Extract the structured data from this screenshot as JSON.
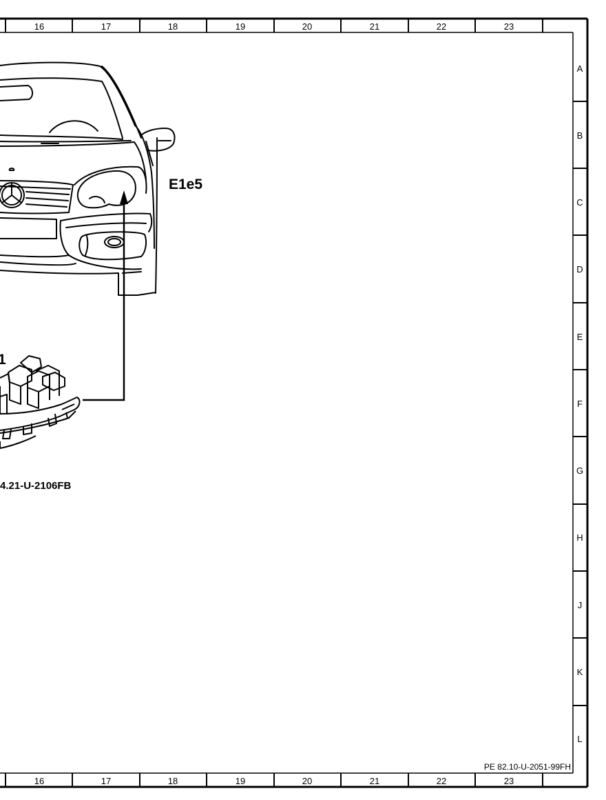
{
  "grid": {
    "columns": [
      "16",
      "17",
      "18",
      "19",
      "20",
      "21",
      "22",
      "23"
    ],
    "rows": [
      "A",
      "B",
      "C",
      "D",
      "E",
      "F",
      "G",
      "H",
      "J",
      "K",
      "L"
    ]
  },
  "labels": {
    "component": "E1e5",
    "partial_ref_1": "1",
    "partial_ref_2": "4.21-U-2106FB"
  },
  "footer": {
    "document_id": "PE 82.10-U-2051-99FH"
  },
  "colors": {
    "line": "#000000",
    "background": "#ffffff"
  }
}
